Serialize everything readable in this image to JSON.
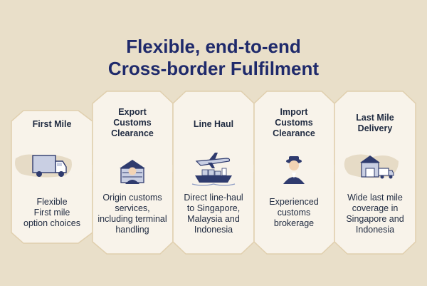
{
  "title": {
    "line1": "Flexible, end-to-end",
    "line2": "Cross-border Fulfilment"
  },
  "colors": {
    "background": "#e9dfc9",
    "card_fill": "#f8f3ea",
    "card_stroke": "#e0cfae",
    "title": "#1f2a6b",
    "icon_navy": "#2f3b6e",
    "icon_light": "#c9cfe3"
  },
  "steps": [
    {
      "title": "First Mile",
      "description": "Flexible\nFirst mile\noption choices",
      "icon": "truck-icon"
    },
    {
      "title": "Export\nCustoms\nClearance",
      "description": "Origin customs\nservices,\nincluding terminal\nhandling",
      "icon": "customs-officer-warehouse-icon"
    },
    {
      "title": "Line Haul",
      "description": "Direct line-haul\nto Singapore,\nMalaysia and\nIndonesia",
      "icon": "plane-ship-icon"
    },
    {
      "title": "Import\nCustoms\nClearance",
      "description": "Experienced\ncustoms\nbrokerage",
      "icon": "customs-officer-icon"
    },
    {
      "title": "Last Mile\nDelivery",
      "description": "Wide last mile\ncoverage in\nSingapore and\nIndonesia",
      "icon": "warehouse-delivery-icon"
    }
  ]
}
